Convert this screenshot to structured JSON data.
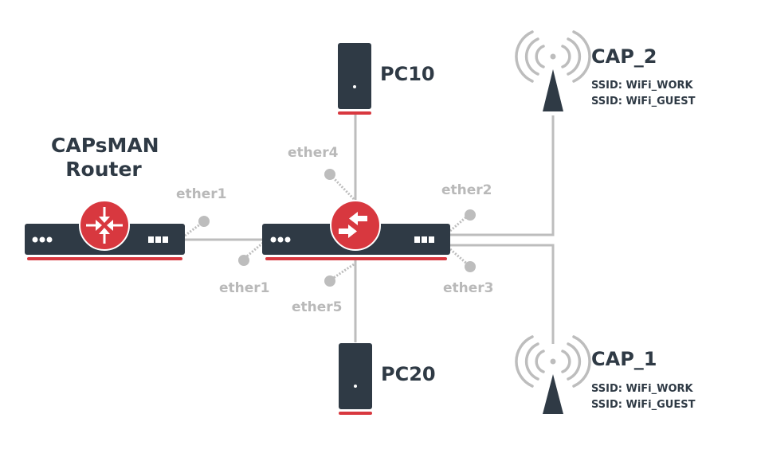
{
  "colors": {
    "dark": "#2f3a45",
    "red": "#d8383f",
    "line": "#bdbdbd",
    "port_label": "#b9b9b9"
  },
  "router": {
    "title_line1": "CAPsMAN",
    "title_line2": "Router",
    "port": "ether1",
    "icon": "router-converge-icon"
  },
  "switch": {
    "icon": "switch-arrows-icon",
    "ports": {
      "ether1": "ether1",
      "ether2": "ether2",
      "ether3": "ether3",
      "ether4": "ether4",
      "ether5": "ether5"
    }
  },
  "pc10": {
    "label": "PC10"
  },
  "pc20": {
    "label": "PC20"
  },
  "cap2": {
    "label": "CAP_2",
    "ssids": [
      "SSID: WiFi_WORK",
      "SSID: WiFi_GUEST"
    ]
  },
  "cap1": {
    "label": "CAP_1",
    "ssids": [
      "SSID: WiFi_WORK",
      "SSID: WiFi_GUEST"
    ]
  }
}
